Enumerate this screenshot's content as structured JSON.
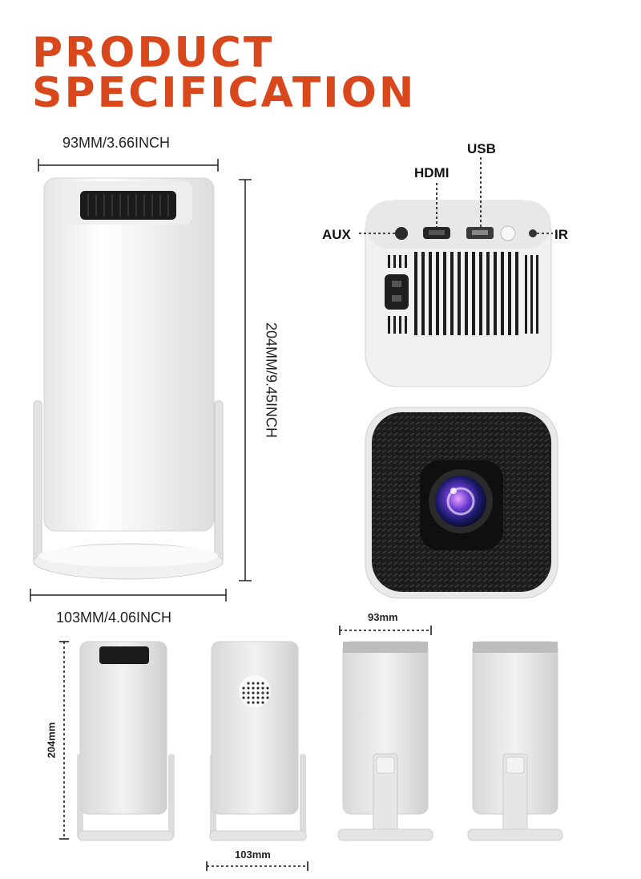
{
  "header": {
    "title_line1": "PRODUCT",
    "title_line2": "SPECIFICATION",
    "accent_color": "#d9471c"
  },
  "main_view": {
    "width_label": "93MM/3.66INCH",
    "height_label": "204MM/9.45INCH",
    "base_label": "103MM/4.06INCH"
  },
  "rear_panel": {
    "ports": {
      "usb": "USB",
      "hdmi": "HDMI",
      "aux": "AUX",
      "ir": "IR"
    }
  },
  "bottom_views": {
    "height_label": "204mm",
    "width_label": "93mm",
    "base_label": "103mm"
  },
  "icons": [
    "lens-icon",
    "vent-grille-icon",
    "speaker-grille-icon",
    "power-socket-icon"
  ]
}
